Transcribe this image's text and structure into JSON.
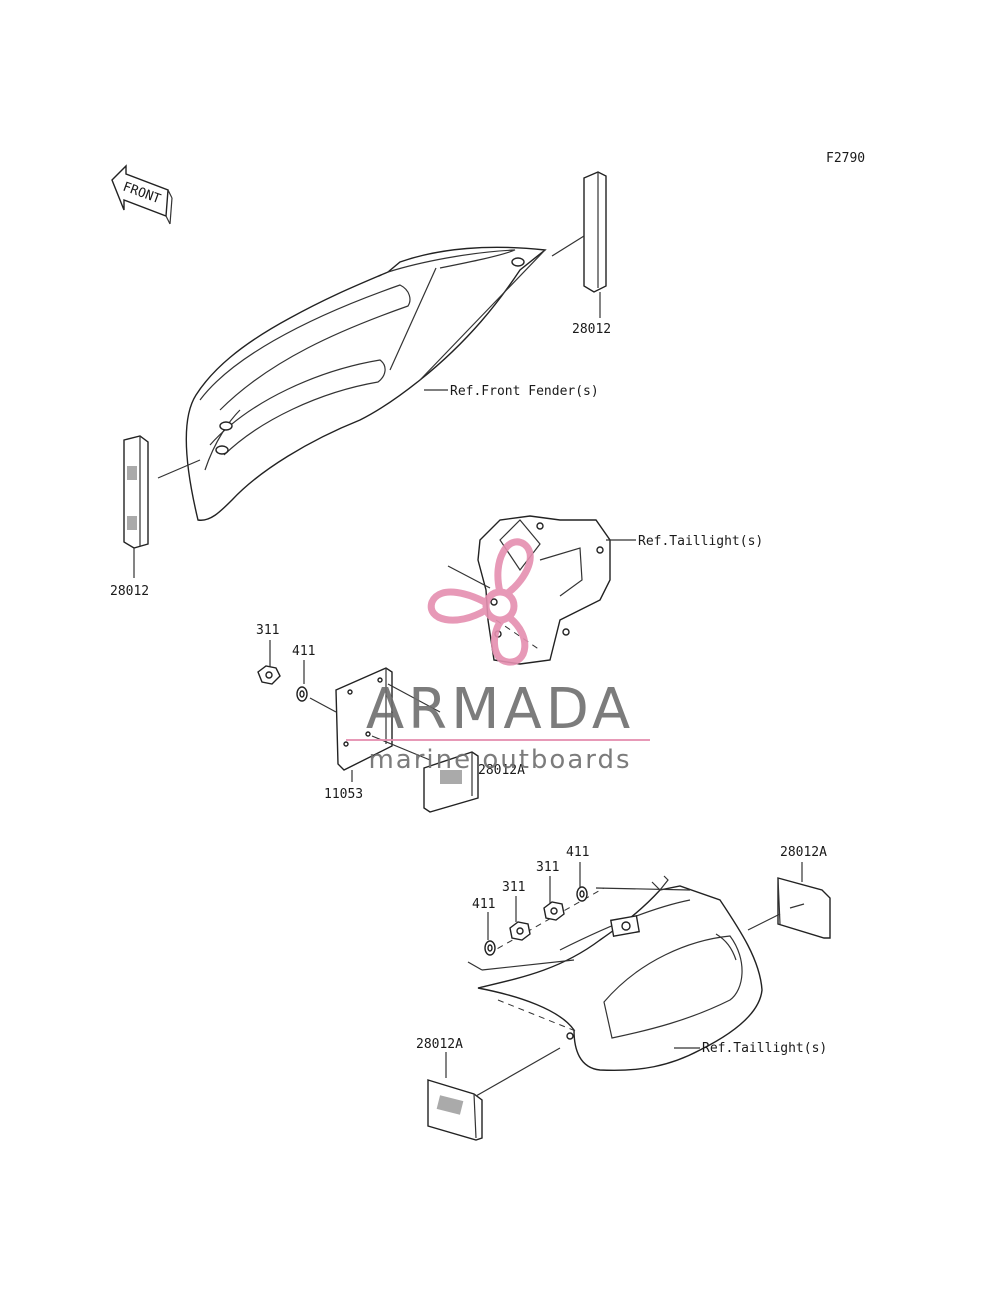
{
  "figure_code": "F2790",
  "front_arrow_label": "FRONT",
  "labels": {
    "upper_right_reflector": "28012",
    "upper_left_reflector": "28012",
    "ref_front_fender": "Ref.Front Fender(s)",
    "ref_taillight_upper": "Ref.Taillight(s)",
    "nut_mid": "311",
    "washer_mid": "411",
    "bracket": "11053",
    "reflector_mid": "28012A",
    "washer_lower_right": "411",
    "nut_lower_right": "311",
    "nut_lower_left": "311",
    "washer_lower_left": "411",
    "reflector_lower_right": "28012A",
    "reflector_lower_left": "28012A",
    "ref_taillight_lower": "Ref.Taillight(s)"
  },
  "watermark": {
    "brand": "ARMADA",
    "tagline": "marine outboards",
    "logo_color": "#e58fb0",
    "text_color": "#6e6e6e"
  }
}
